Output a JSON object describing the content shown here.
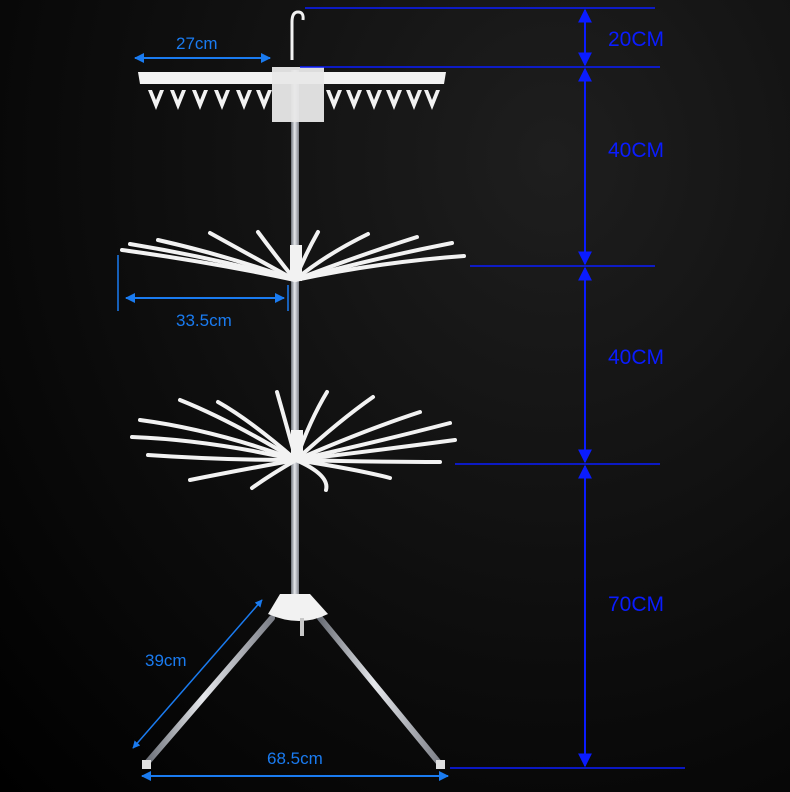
{
  "diagram": {
    "subject": "three-tier standing clothes drying rack",
    "colors": {
      "vertical_dimension": "#0a1cff",
      "horizontal_dimension": "#1a7bf0",
      "rack": "#f2f2f2",
      "pole": "#b8bcc4",
      "background": "#000000"
    },
    "vertical_dimensions": [
      {
        "id": "hook",
        "label": "20CM"
      },
      {
        "id": "tier1-to-tier2",
        "label": "40CM"
      },
      {
        "id": "tier2-to-tier3",
        "label": "40CM"
      },
      {
        "id": "tier3-to-floor",
        "label": "70CM"
      }
    ],
    "horizontal_dimensions": [
      {
        "id": "clip-arm-length",
        "label": "27cm"
      },
      {
        "id": "tier2-radius",
        "label": "33.5cm"
      },
      {
        "id": "leg-length",
        "label": "39cm"
      },
      {
        "id": "base-span",
        "label": "68.5cm"
      }
    ]
  }
}
